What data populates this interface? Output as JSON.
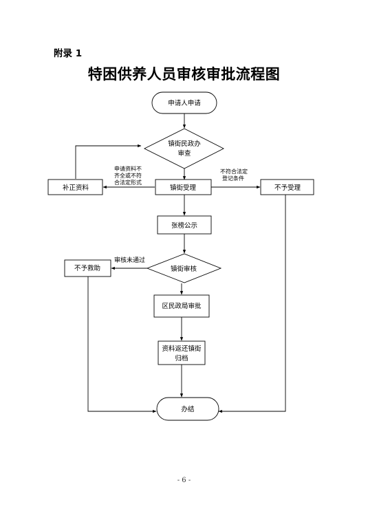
{
  "header": {
    "appendix_label": "附录 1",
    "title": "特困供养人员审核审批流程图"
  },
  "flowchart": {
    "nodes": {
      "apply": "申请人申请",
      "town_review_line1": "镇街民政办",
      "town_review_line2": "审查",
      "supplement": "补正资料",
      "town_accept": "镇街受理",
      "reject_accept": "不予受理",
      "publicity": "张榜公示",
      "town_audit": "镇街审核",
      "no_aid": "不予救助",
      "district_approve": "区民政局审批",
      "return_line1": "资料返还镇街",
      "return_line2": "归档",
      "done": "办结"
    },
    "edge_labels": {
      "incomplete_line1": "申请资料不",
      "incomplete_line2": "齐全或不符",
      "incomplete_line3": "合法定形式",
      "not_eligible_line1": "不符合法定",
      "not_eligible_line2": "登记条件",
      "audit_failed": "审核未通过"
    }
  },
  "footer": {
    "page_number": "- 6 -"
  }
}
